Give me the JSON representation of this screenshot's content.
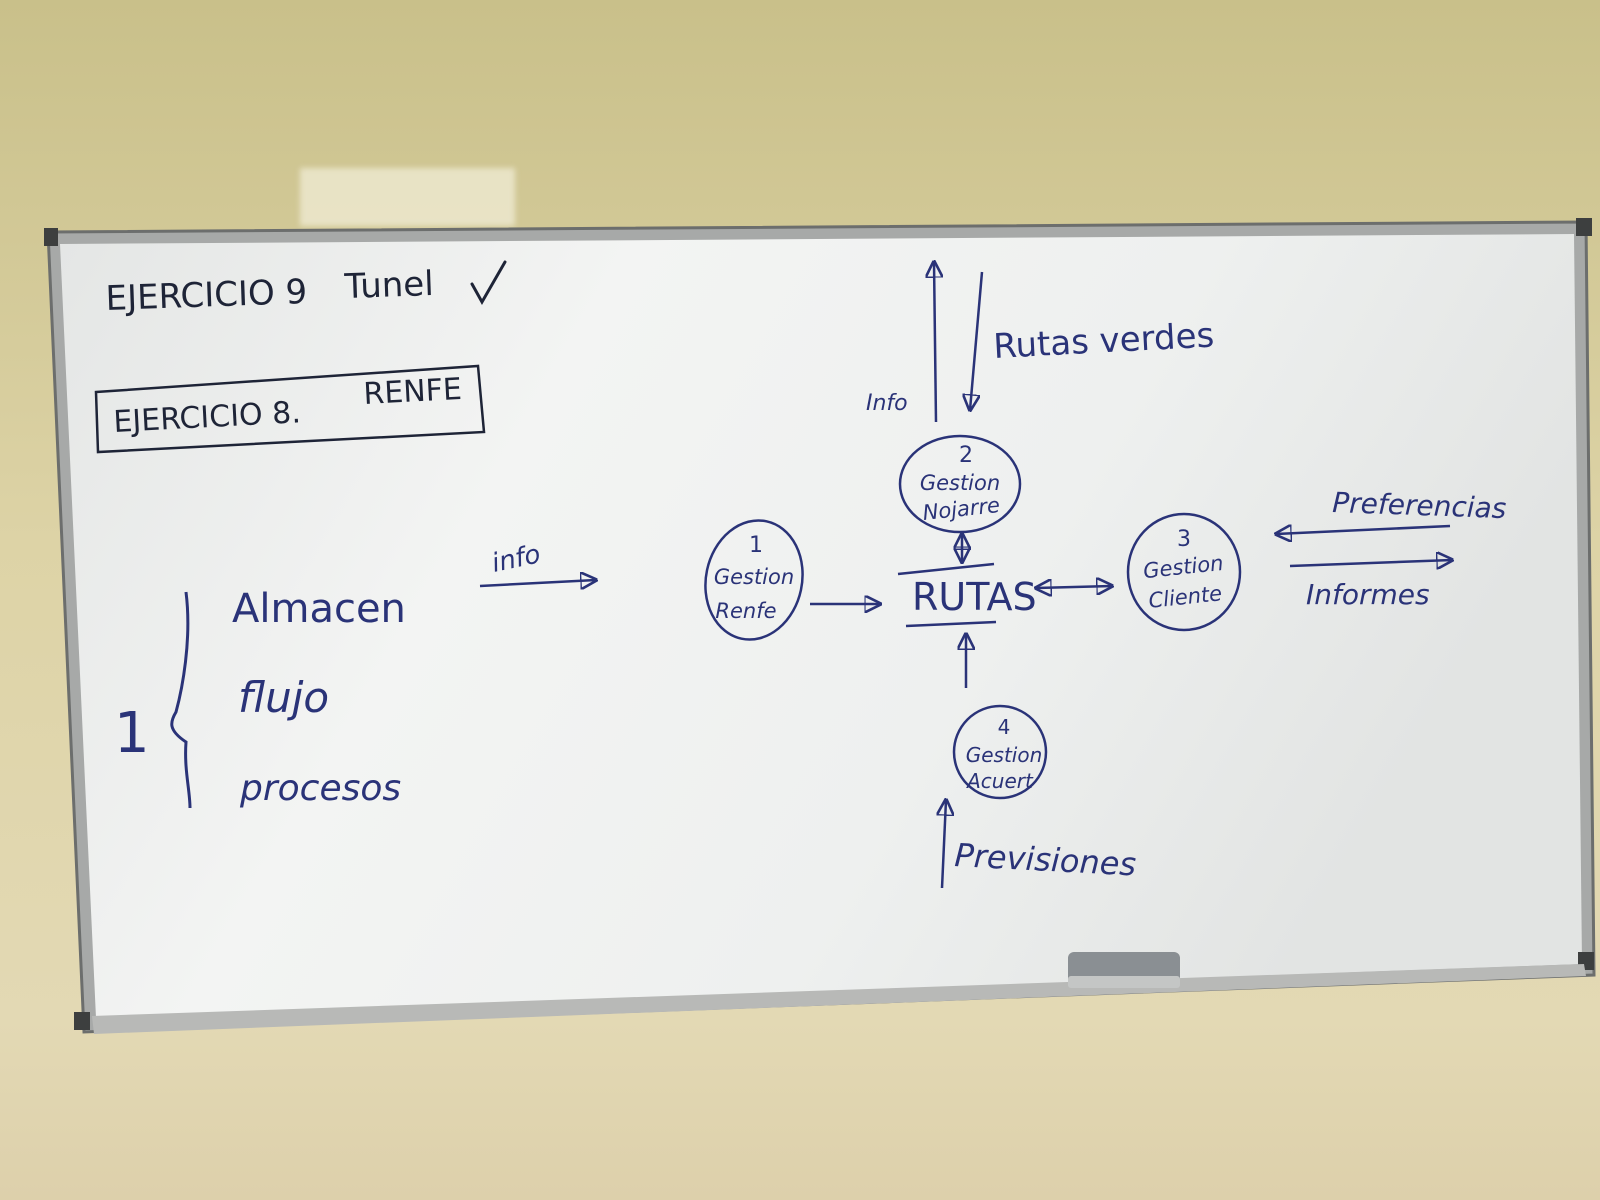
{
  "board": {
    "ejercicio9": "EJERCICIO 9",
    "tunel": "Tunel",
    "ejercicio8": "EJERCICIO 8.",
    "renfe": "RENFE",
    "num_one": "1",
    "almacen": "Almacen",
    "flujo": "flujo",
    "procesos": "procesos",
    "info_arrow": "info",
    "info_top": "Info",
    "rutas_verdes": "Rutas verdes",
    "store_label": "RUTAS",
    "preferencias": "Preferencias",
    "informes": "Informes",
    "previsiones": "Previsiones",
    "processes": [
      {
        "num": "1",
        "line1": "Gestion",
        "line2": "Renfe"
      },
      {
        "num": "2",
        "line1": "Gestion",
        "line2": "Nojarre"
      },
      {
        "num": "3",
        "line1": "Gestion",
        "line2": "Cliente"
      },
      {
        "num": "4",
        "line1": "Gestion",
        "line2": "Acuert"
      }
    ]
  },
  "colors": {
    "wall": "#d8cd9c",
    "frame": "#9a9c9a",
    "board_surface": "#eceeec",
    "marker_blue": "#2a3378",
    "marker_black": "#1e2437"
  }
}
